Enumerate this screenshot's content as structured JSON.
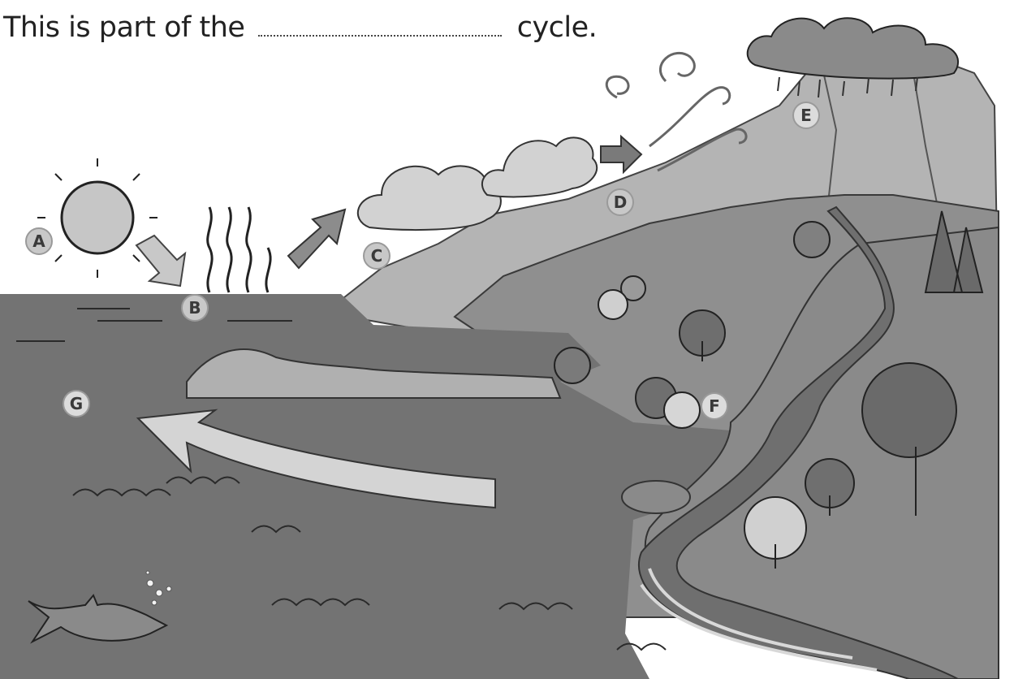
{
  "heading": {
    "prefix": "This is part of the",
    "suffix": "cycle."
  },
  "labels": {
    "a": "A",
    "b": "B",
    "c": "C",
    "d": "D",
    "e": "E",
    "f": "F",
    "g": "G"
  },
  "colors": {
    "sea": "#727272",
    "land": "#8c8c8c",
    "mountain": "#a8a8a8",
    "arrow": "#7a7a7a",
    "cloud": "#d0d0d0"
  }
}
